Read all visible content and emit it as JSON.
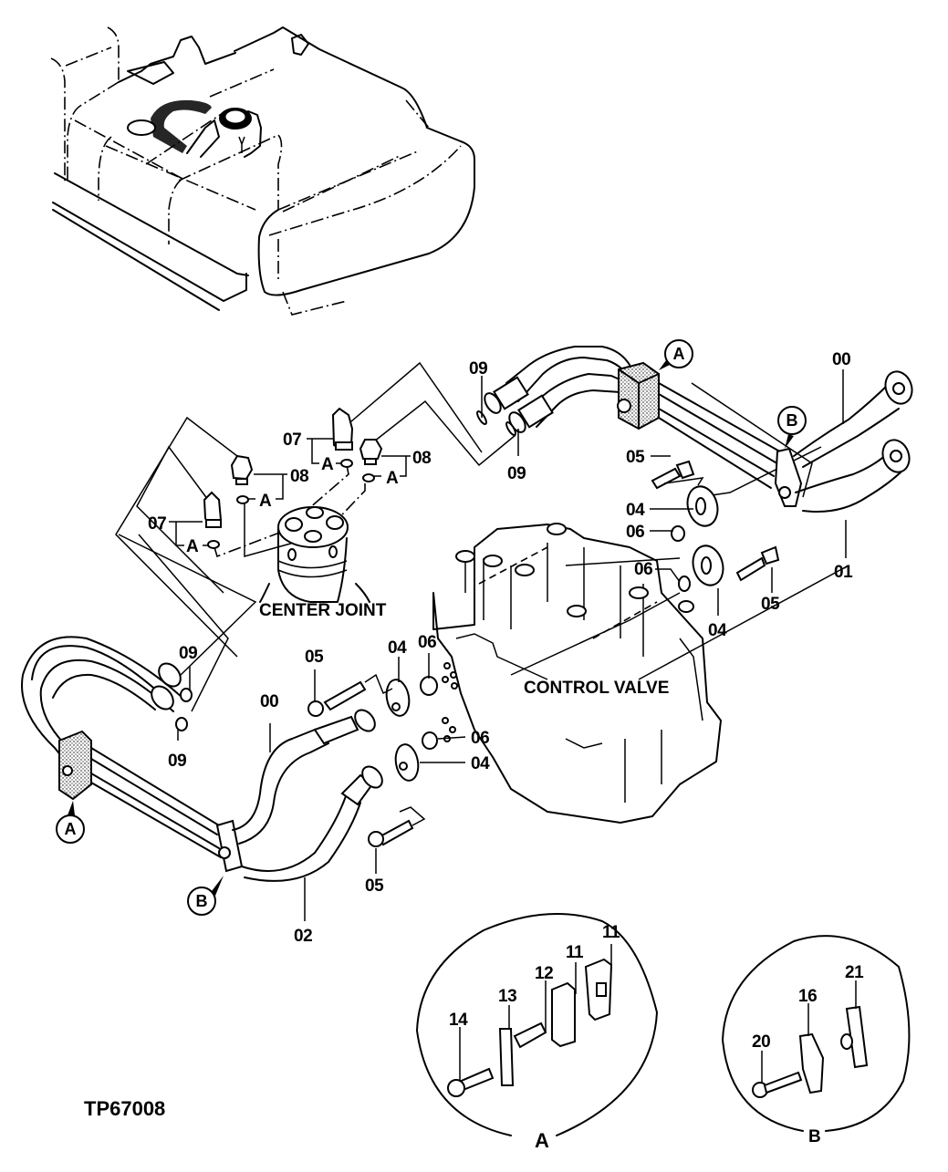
{
  "drawing": {
    "id_label": "TP67008",
    "component_labels": {
      "center_joint": "CENTER JOINT",
      "control_valve": "CONTROL VALVE"
    },
    "detail_labels": {
      "detail_a": "A",
      "detail_b": "B"
    },
    "callout_letters": {
      "clamp_a": "A",
      "clamp_b": "B",
      "oring_a": "A"
    },
    "part_numbers": {
      "hose_00": "00",
      "hose_01": "01",
      "hose_02": "02",
      "flange_04": "04",
      "bolt_05": "05",
      "oring_06": "06",
      "elbow_07": "07",
      "adapter_08": "08",
      "oring_09": "09",
      "clamp_11": "11",
      "spacer_12": "12",
      "plate_13": "13",
      "bolt_14": "14",
      "clamp_16": "16",
      "bolt_20": "20",
      "plate_21": "21"
    }
  }
}
